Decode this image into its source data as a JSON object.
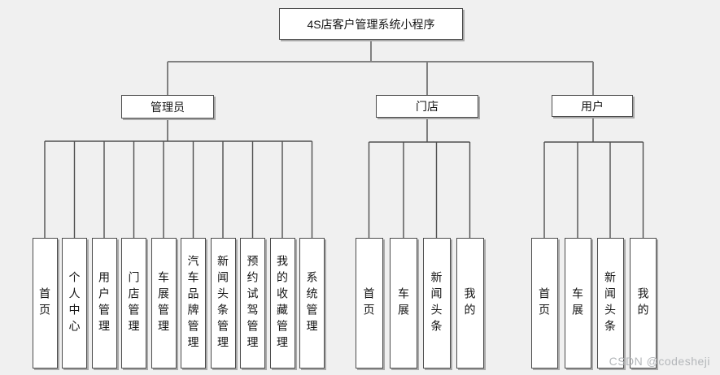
{
  "diagram": {
    "root": {
      "label": "4S店客户管理系统小程序"
    },
    "branches": [
      {
        "label": "管理员",
        "children": [
          "首页",
          "个人中心",
          "用户管理",
          "门店管理",
          "车展管理",
          "汽车品牌管理",
          "新闻头条管理",
          "预约试驾管理",
          "我的收藏管理",
          "系统管理"
        ]
      },
      {
        "label": "门店",
        "children": [
          "首页",
          "车展",
          "新闻头条",
          "我的"
        ]
      },
      {
        "label": "用户",
        "children": [
          "首页",
          "车展",
          "新闻头条",
          "我的"
        ]
      }
    ],
    "colors": {
      "background": "#f0f0f0",
      "node_fill": "#ffffff",
      "node_border": "#4c4c4c",
      "node_shadow": "#a9a9a9",
      "connector_level1": "#818181",
      "connector_level2": "#4f4f4f",
      "text": "#131313"
    }
  },
  "watermark": {
    "text": "CSDN @codesheji",
    "color": "#b4b7ba"
  }
}
